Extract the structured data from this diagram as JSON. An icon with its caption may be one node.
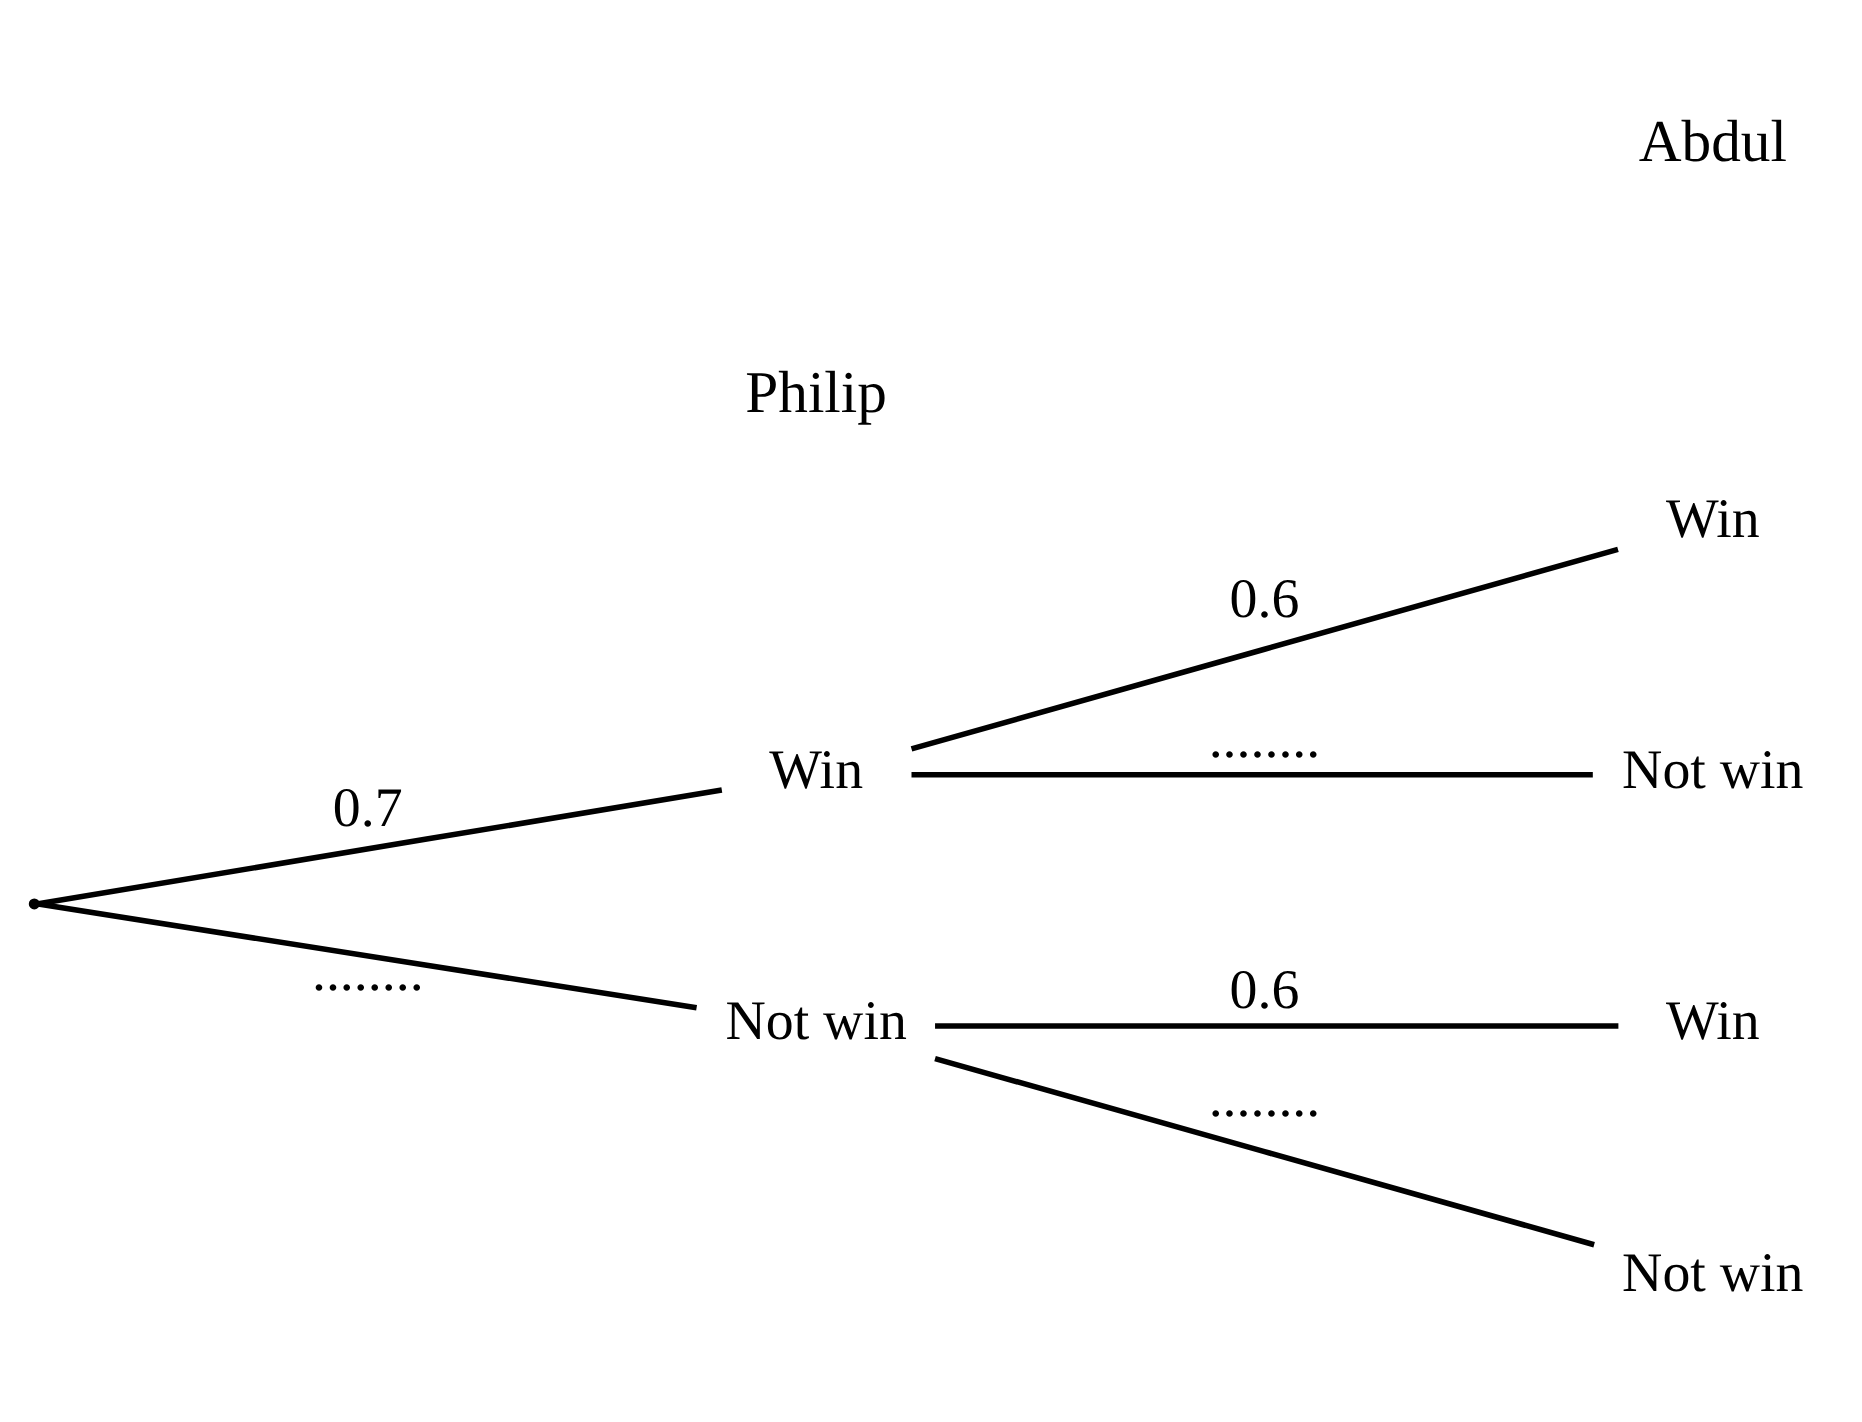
{
  "diagram": {
    "nodes": [
      {
        "text": [],
        "shape": "point"
      },
      {
        "text": [
          "Win"
        ]
      },
      {
        "text": [
          "Not win"
        ]
      },
      {
        "text": [
          "Win"
        ]
      },
      {
        "text": [
          "Not win"
        ]
      },
      {
        "text": [
          "Win"
        ]
      },
      {
        "text": [
          "Not win"
        ]
      }
    ],
    "edges": [
      {
        "from": 0,
        "to": 1,
        "arrow": "none",
        "label": "0.7"
      },
      {
        "from": 0,
        "to": 2,
        "arrow": "none",
        "label": "........"
      },
      {
        "from": 1,
        "to": 3,
        "arrow": "none",
        "label": "0.6"
      },
      {
        "from": 1,
        "to": 4,
        "arrow": "none",
        "label": "........"
      },
      {
        "from": 2,
        "to": 5,
        "arrow": "none",
        "label": "0.6"
      },
      {
        "from": 2,
        "to": 6,
        "arrow": "none",
        "label": "........"
      }
    ],
    "labels": [
      "Philip",
      "Abdul"
    ]
  }
}
